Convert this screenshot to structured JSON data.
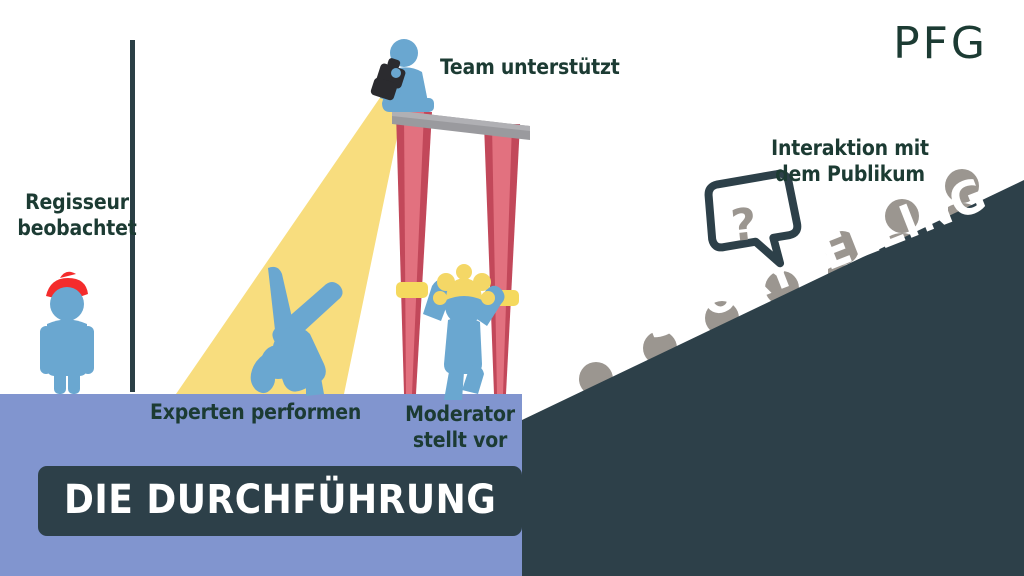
{
  "brand": {
    "logo_text": "PFG",
    "logo_color": "#1c3b33"
  },
  "palette": {
    "background": "#ffffff",
    "panel_periwinkle": "#8195cf",
    "wedge_dark": "#2d4049",
    "label_green": "#1c3b33",
    "figure_blue": "#6aa7d0",
    "audience_gray": "#9b9690",
    "spotlight_yellow": "#f8dd7e",
    "stilt_red": "#c2485a",
    "stilt_red_light": "#e2717f",
    "stilt_band_yellow": "#f5d95e",
    "platform_gray": "#9a9a9e",
    "beret_red": "#f42c2c",
    "jester_yellow": "#f4d766",
    "badge_white": "#ffffff"
  },
  "title_badge": {
    "text": "DIE DURCHFÜHRUNG"
  },
  "diagonal_band": {
    "text": "STORYTELLING",
    "rotation_deg": -21.5
  },
  "labels": {
    "regisseur": "Regisseur\nbeobachtet",
    "team": "Team unterstützt",
    "interaktion": "Interaktion mit\ndem Publikum",
    "experten": "Experten performen",
    "moderator": "Moderator\nstellt vor"
  },
  "speech_bubble": {
    "glyph": "?"
  },
  "figures": {
    "director": {
      "name": "Regisseur",
      "hat": "beret",
      "hat_color": "#f42c2c"
    },
    "camera_operator": {
      "name": "Team",
      "prop": "camera-spotlight"
    },
    "acrobat": {
      "name": "Experte",
      "pose": "handstand"
    },
    "moderator": {
      "name": "Moderator",
      "hat": "jester-hat"
    },
    "audience_count": 9
  },
  "icons": {
    "logo": "pfg-logo",
    "camera": "camera-icon",
    "question": "question-mark-icon"
  }
}
